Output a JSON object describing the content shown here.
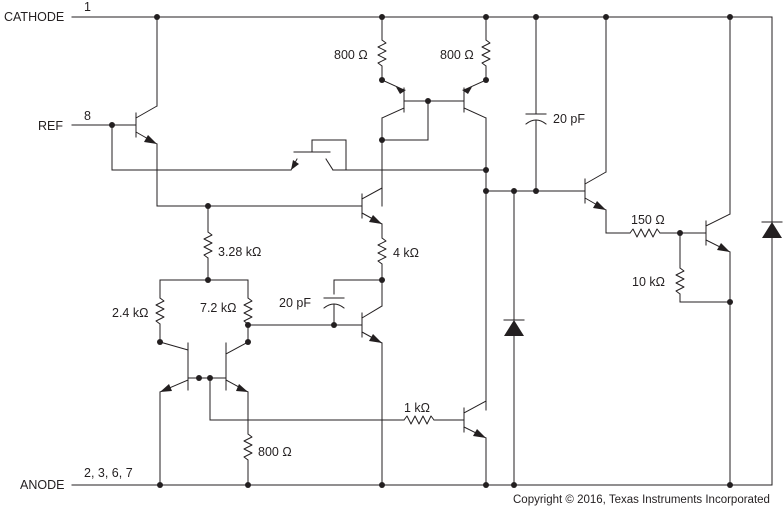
{
  "diagram": {
    "pins": {
      "cathode_label": "CATHODE",
      "cathode_number": "1",
      "ref_label": "REF",
      "ref_number": "8",
      "anode_label": "ANODE",
      "anode_numbers": "2, 3, 6, 7"
    },
    "components": {
      "r_top_left": "800 Ω",
      "r_top_right": "800 Ω",
      "c_comp": "20 pF",
      "r_3k28": "3.28 kΩ",
      "r_4k": "4 kΩ",
      "r_2k4": "2.4 kΩ",
      "r_7k2": "7.2 kΩ",
      "c_20pf_mid": "20 pF",
      "r_1k": "1 kΩ",
      "r_800_bottom": "800 Ω",
      "r_150": "150 Ω",
      "r_10k": "10 kΩ"
    },
    "copyright": "Copyright © 2016, Texas Instruments Incorporated"
  }
}
